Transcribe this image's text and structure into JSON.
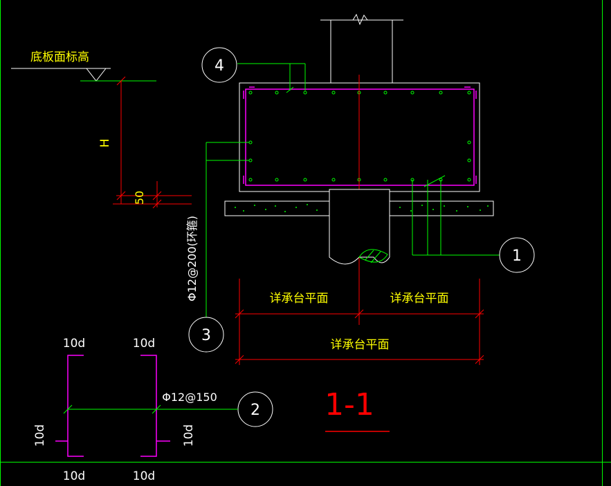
{
  "labels": {
    "elevation": "底板面标高",
    "height": "H",
    "dim50": "50",
    "stirrup": "Φ12@200(环箍)",
    "rebar2": "Φ12@150",
    "span_left": "详承台平面",
    "span_right": "详承台平面",
    "span_total": "详承台平面",
    "section": "1-1",
    "anchor_tl": "10d",
    "anchor_tr": "10d",
    "anchor_bl": "10d",
    "anchor_br": "10d",
    "anchor_left": "10d",
    "anchor_right": "10d"
  },
  "callouts": {
    "c1": "1",
    "c2": "2",
    "c3": "3",
    "c4": "4"
  },
  "colors": {
    "background": "#000000",
    "frame": "#00ff00",
    "concrete": "#ffffff",
    "rebar": "#ff00ff",
    "leader": "#00ff00",
    "dimension": "#ff0000",
    "text": "#ffff00",
    "section": "#ff0000"
  }
}
